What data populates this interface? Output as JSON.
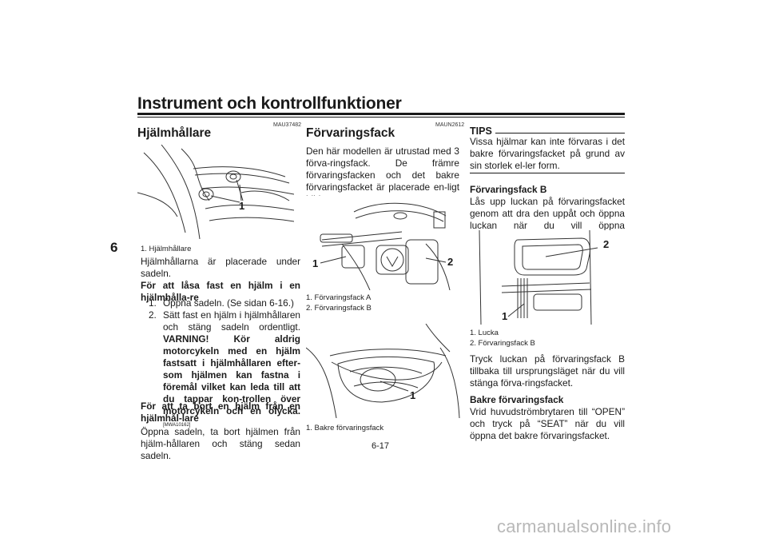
{
  "header": {
    "title": "Instrument och kontrollfunktioner"
  },
  "chapter_tab": "6",
  "col1": {
    "code": "MAU37482",
    "title": "Hjälmhållare",
    "figure_callout": "1",
    "caption": "1. Hjälmhållare",
    "intro": "Hjälmhållarna är placerade under sadeln.",
    "lock_heading": "För att låsa fast en hjälm i en hjälmhålla-re",
    "steps": [
      {
        "num": "1.",
        "text": "Öppna sadeln. (Se sidan 6-16.)"
      },
      {
        "num": "2.",
        "text": "Sätt fast en hjälm i hjälmhållaren och stäng sadeln ordentligt."
      }
    ],
    "warning": "VARNING! Kör aldrig motorcykeln med en hjälm fastsatt i hjälmhållaren efter-som hjälmen kan fastna i föremål vilket kan leda till att du tappar kon-trollen över motorcykeln och en olycka.",
    "warning_code": "[MWA10162]",
    "remove_heading": "För att ta bort en hjälm från en hjälmhål-lare",
    "remove_text": "Öppna sadeln, ta bort hjälmen från hjälm-hållaren och stäng sedan sadeln."
  },
  "col2": {
    "code": "MAUN2612",
    "title": "Förvaringsfack",
    "intro": "Den här modellen är utrustad med 3 förva-ringsfack. De främre förvaringsfacken och det bakre förvaringsfacket är placerade en-ligt bilden.",
    "fig1_callouts": [
      "1",
      "2"
    ],
    "fig1_captions": [
      "1. Förvaringsfack A",
      "2. Förvaringsfack B"
    ],
    "fig2_callout": "1",
    "fig2_caption": "1. Bakre förvaringsfack"
  },
  "col3": {
    "tips_title": "TIPS",
    "tips_text": "Vissa hjälmar kan inte förvaras i det bakre förvaringsfacket på grund av sin storlek el-ler form.",
    "fackb_heading": "Förvaringsfack B",
    "fackb_text": "Lås upp luckan på förvaringsfacket genom att dra den uppåt och öppna luckan när du vill öppna förvaringsfack B.",
    "fig_callouts": [
      "1",
      "2"
    ],
    "fig_captions": [
      "1. Lucka",
      "2. Förvaringsfack B"
    ],
    "close_text": "Tryck luckan på förvaringsfack B tillbaka till ursprungsläget när du vill stänga förva-ringsfacket.",
    "rear_heading": "Bakre förvaringsfack",
    "rear_text": "Vrid huvudströmbrytaren till “OPEN” och tryck på “SEAT” när du vill öppna det bakre förvaringsfacket."
  },
  "page_number": "6-17",
  "watermark": "carmanualsonline.info"
}
